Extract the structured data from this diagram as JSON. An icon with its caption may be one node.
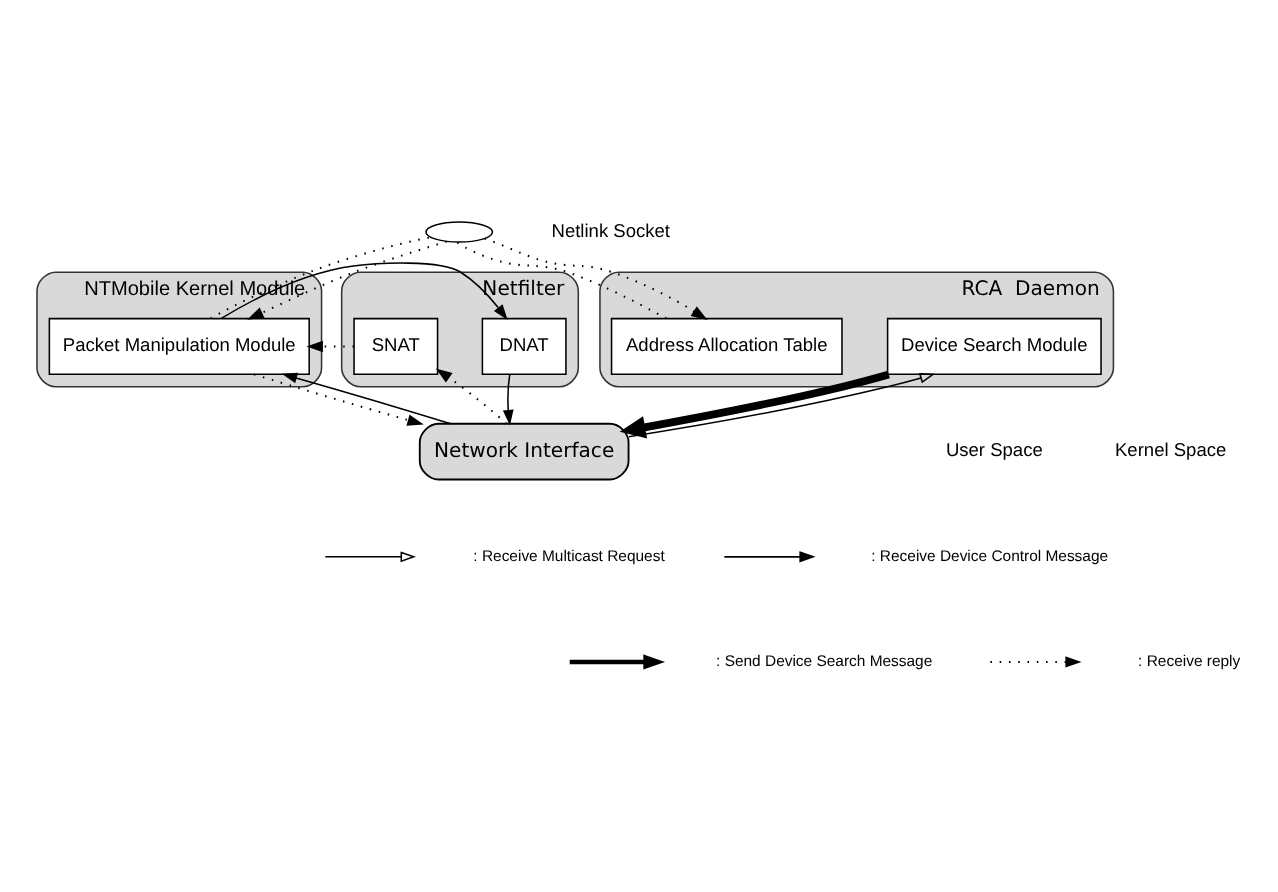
{
  "diagram": {
    "nodes": [
      {
        "text": [
          "RCA  Daemon"
        ]
      },
      {
        "text": [
          "Device Search Module"
        ],
        "in": 0
      },
      {
        "text": [
          "Address Allocation Table"
        ],
        "in": 0
      },
      {
        "text": [
          "NTMobile Kernel Module"
        ]
      },
      {
        "text": [
          "Packet Manipulation Module"
        ],
        "in": 3
      },
      {
        "text": [
          "Netfilter"
        ]
      },
      {
        "text": [
          "DNAT"
        ],
        "in": 5
      },
      {
        "text": [
          "SNAT"
        ],
        "in": 5
      },
      {
        "text": [
          "Network Interface"
        ]
      },
      {
        "text": [],
        "shape": "ellipse"
      }
    ],
    "edges": [
      {
        "from": 1,
        "to": 8,
        "arrow": "to",
        "style": "thick"
      },
      {
        "from": 8,
        "to": 1,
        "arrow": "to"
      },
      {
        "from": 2,
        "to": 9,
        "arrow": "none",
        "style": "dashed"
      },
      {
        "from": 9,
        "to": 4,
        "arrow": "to",
        "style": "dashed"
      },
      {
        "from": 4,
        "to": 9,
        "arrow": "none",
        "style": "dashed"
      },
      {
        "from": 9,
        "to": 2,
        "arrow": "to",
        "style": "dashed"
      },
      {
        "from": 4,
        "to": 8,
        "arrow": "to",
        "style": "dashed"
      },
      {
        "from": 4,
        "to": 6,
        "arrow": "to"
      },
      {
        "from": 6,
        "to": 8,
        "arrow": "to"
      },
      {
        "from": 8,
        "to": 7,
        "arrow": "to",
        "style": "dashed"
      },
      {
        "from": 7,
        "to": 4,
        "arrow": "to",
        "style": "dashed"
      },
      {
        "from": 8,
        "to": 4,
        "arrow": "to"
      }
    ],
    "labels": [
      "User Space",
      "Netlink Socket",
      "Kernel Space"
    ],
    "legend": [
      {
        "text": ": Receive Multicast Request"
      },
      {
        "text": ": Receive Device Control Message"
      },
      {
        "text": ": Send Device Search Message"
      },
      {
        "text": ": Receive reply"
      }
    ]
  }
}
